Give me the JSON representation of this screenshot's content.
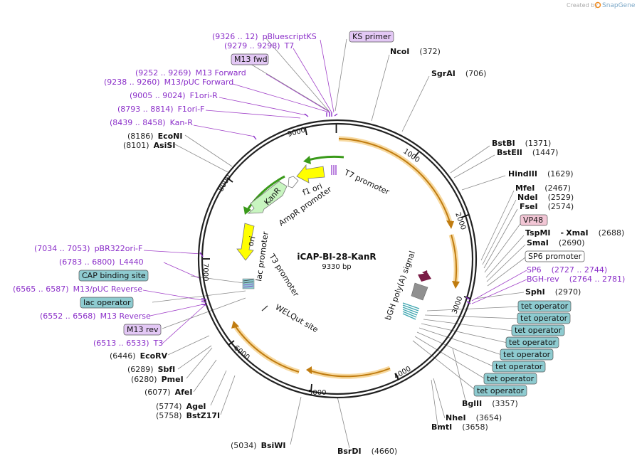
{
  "credit": {
    "prefix": "Created by",
    "brand": "SnapGene"
  },
  "plasmid": {
    "name": "iCAP-BI-28-KanR",
    "length_label": "9330 bp"
  },
  "ticks": [
    "1000",
    "2000",
    "3000",
    "4000",
    "5000",
    "6000",
    "7000",
    "8000",
    "9000"
  ],
  "enzymes": {
    "ncoi": {
      "name": "NcoI",
      "pos": "(372)"
    },
    "sgrai": {
      "name": "SgrAI",
      "pos": "(706)"
    },
    "bstbi": {
      "name": "BstBI",
      "pos": "(1371)"
    },
    "bsteii": {
      "name": "BstEII",
      "pos": "(1447)"
    },
    "hindiii": {
      "name": "HindIII",
      "pos": "(1629)"
    },
    "mfei": {
      "name": "MfeI",
      "pos": "(2467)"
    },
    "ndei": {
      "name": "NdeI",
      "pos": "(2529)"
    },
    "fsei": {
      "name": "FseI",
      "pos": "(2574)"
    },
    "tspmi": {
      "name": "TspMI",
      "sep": "-",
      "name2": "XmaI",
      "pos": "(2688)"
    },
    "smai": {
      "name": "SmaI",
      "pos": "(2690)"
    },
    "sphi": {
      "name": "SphI",
      "pos": "(2970)"
    },
    "bglii": {
      "name": "BglII",
      "pos": "(3357)"
    },
    "nhei": {
      "name": "NheI",
      "pos": "(3654)"
    },
    "bmti": {
      "name": "BmtI",
      "pos": "(3658)"
    },
    "bsrdi": {
      "name": "BsrDI",
      "pos": "(4660)"
    },
    "bsiwi": {
      "name": "BsiWI",
      "pos": "(5034)"
    },
    "agei": {
      "name": "AgeI",
      "pos": "(5774)"
    },
    "bstz17i": {
      "name": "BstZ17I",
      "pos": "(5758)"
    },
    "afei": {
      "name": "AfeI",
      "pos": "(6077)"
    },
    "pmei": {
      "name": "PmeI",
      "pos": "(6280)"
    },
    "sbfi": {
      "name": "SbfI",
      "pos": "(6289)"
    },
    "ecorv": {
      "name": "EcoRV",
      "pos": "(6446)"
    },
    "asisi": {
      "name": "AsiSI",
      "pos": "(8101)"
    },
    "econi": {
      "name": "EcoNI",
      "pos": "(8186)"
    }
  },
  "primers": {
    "pbluescriptks": {
      "range": "(9326 .. 12)",
      "name": "pBluescriptKS"
    },
    "t7": {
      "range": "(9279 .. 9298)",
      "name": "T7"
    },
    "m13forward": {
      "range": "(9252 .. 9269)",
      "name": "M13 Forward"
    },
    "m13pucfwd": {
      "range": "(9238 .. 9260)",
      "name": "M13/pUC Forward"
    },
    "f1orir": {
      "range": "(9005 .. 9024)",
      "name": "F1ori-R"
    },
    "f1orif": {
      "range": "(8793 .. 8814)",
      "name": "F1ori-F"
    },
    "kanr": {
      "range": "(8439 .. 8458)",
      "name": "Kan-R"
    },
    "pbr322": {
      "range": "(7034 .. 7053)",
      "name": "pBR322ori-F"
    },
    "l4440": {
      "range": "(6783 .. 6800)",
      "name": "L4440"
    },
    "m13pucrev": {
      "range": "(6565 .. 6587)",
      "name": "M13/pUC Reverse"
    },
    "m13reverse": {
      "range": "(6552 .. 6568)",
      "name": "M13 Reverse"
    },
    "t3": {
      "range": "(6513 .. 6533)",
      "name": "T3"
    },
    "sp6": {
      "name": "SP6",
      "range": "(2727 .. 2744)"
    },
    "bghrev": {
      "name": "BGH-rev",
      "range": "(2764 .. 2781)"
    }
  },
  "tags": {
    "ks_primer": "KS primer",
    "m13_fwd": "M13 fwd",
    "m13_rev": "M13 rev",
    "cap_binding_site": "CAP binding site",
    "lac_operator": "lac operator",
    "vp48": "VP48",
    "sp6_promoter": "SP6 promoter",
    "tet_operator": "tet operator"
  },
  "features": {
    "t7_promoter": "T7 promoter",
    "f1_ori": "f1 ori",
    "kanr": "KanR",
    "ampr_promoter": "AmpR promoter",
    "ori": "ori",
    "lac_promoter": "lac promoter",
    "t3_promoter": "T3 promoter",
    "welqut_site": "WELQut site",
    "bgh_polya": "bGH poly(A) signal"
  },
  "colors": {
    "backbone": "#222222",
    "orf_arrow": "#c07c10",
    "orf_glow": "#f7d9a0",
    "green_arrow": "#3a9a1a",
    "primer": "#8b2fc9",
    "yellow_feature": "#ffff00",
    "kanr_feature": "#c8f5c0",
    "tag_primer_bg": "#e3c8f5",
    "tag_operator_bg": "#8ecbd0",
    "tag_vp48_bg": "#f2c6d5",
    "tag_white_bg": "#ffffff",
    "bgh_marker": "#909090",
    "vp48_marker": "#7a1b45"
  }
}
